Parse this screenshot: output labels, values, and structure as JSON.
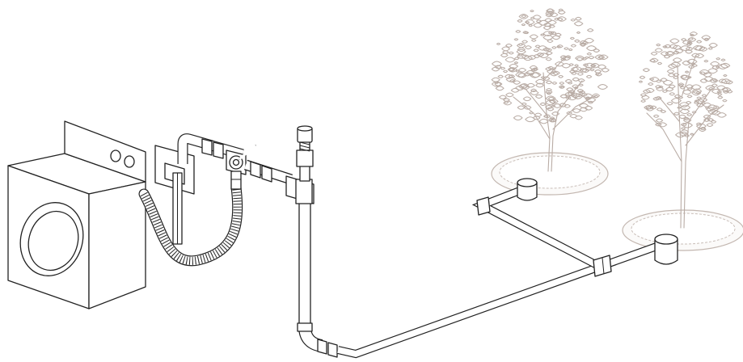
{
  "diagram": {
    "type": "greywater-laundry-to-landscape",
    "components": [
      {
        "id": "washing-machine",
        "icon": "washing-machine-icon"
      },
      {
        "id": "drain-hose",
        "icon": "corrugated-hose-icon"
      },
      {
        "id": "three-way-diverter-valve",
        "icon": "valve-icon"
      },
      {
        "id": "standpipe-to-sewer",
        "icon": "pipe-icon"
      },
      {
        "id": "air-vent",
        "icon": "vent-cap-icon"
      },
      {
        "id": "main-distribution-line",
        "icon": "pipe-icon"
      },
      {
        "id": "branch-tee",
        "icon": "tee-fitting-icon"
      },
      {
        "id": "outlet-chamber-1",
        "icon": "outlet-shield-icon"
      },
      {
        "id": "outlet-chamber-2",
        "icon": "outlet-shield-icon"
      },
      {
        "id": "mulch-basin-1",
        "icon": "mulch-basin-icon"
      },
      {
        "id": "mulch-basin-2",
        "icon": "mulch-basin-icon"
      },
      {
        "id": "tree-1",
        "icon": "tree-icon"
      },
      {
        "id": "tree-2",
        "icon": "tree-icon"
      }
    ],
    "colors": {
      "line": "#222222",
      "tree": "#b9aca5",
      "background": "#ffffff"
    }
  }
}
